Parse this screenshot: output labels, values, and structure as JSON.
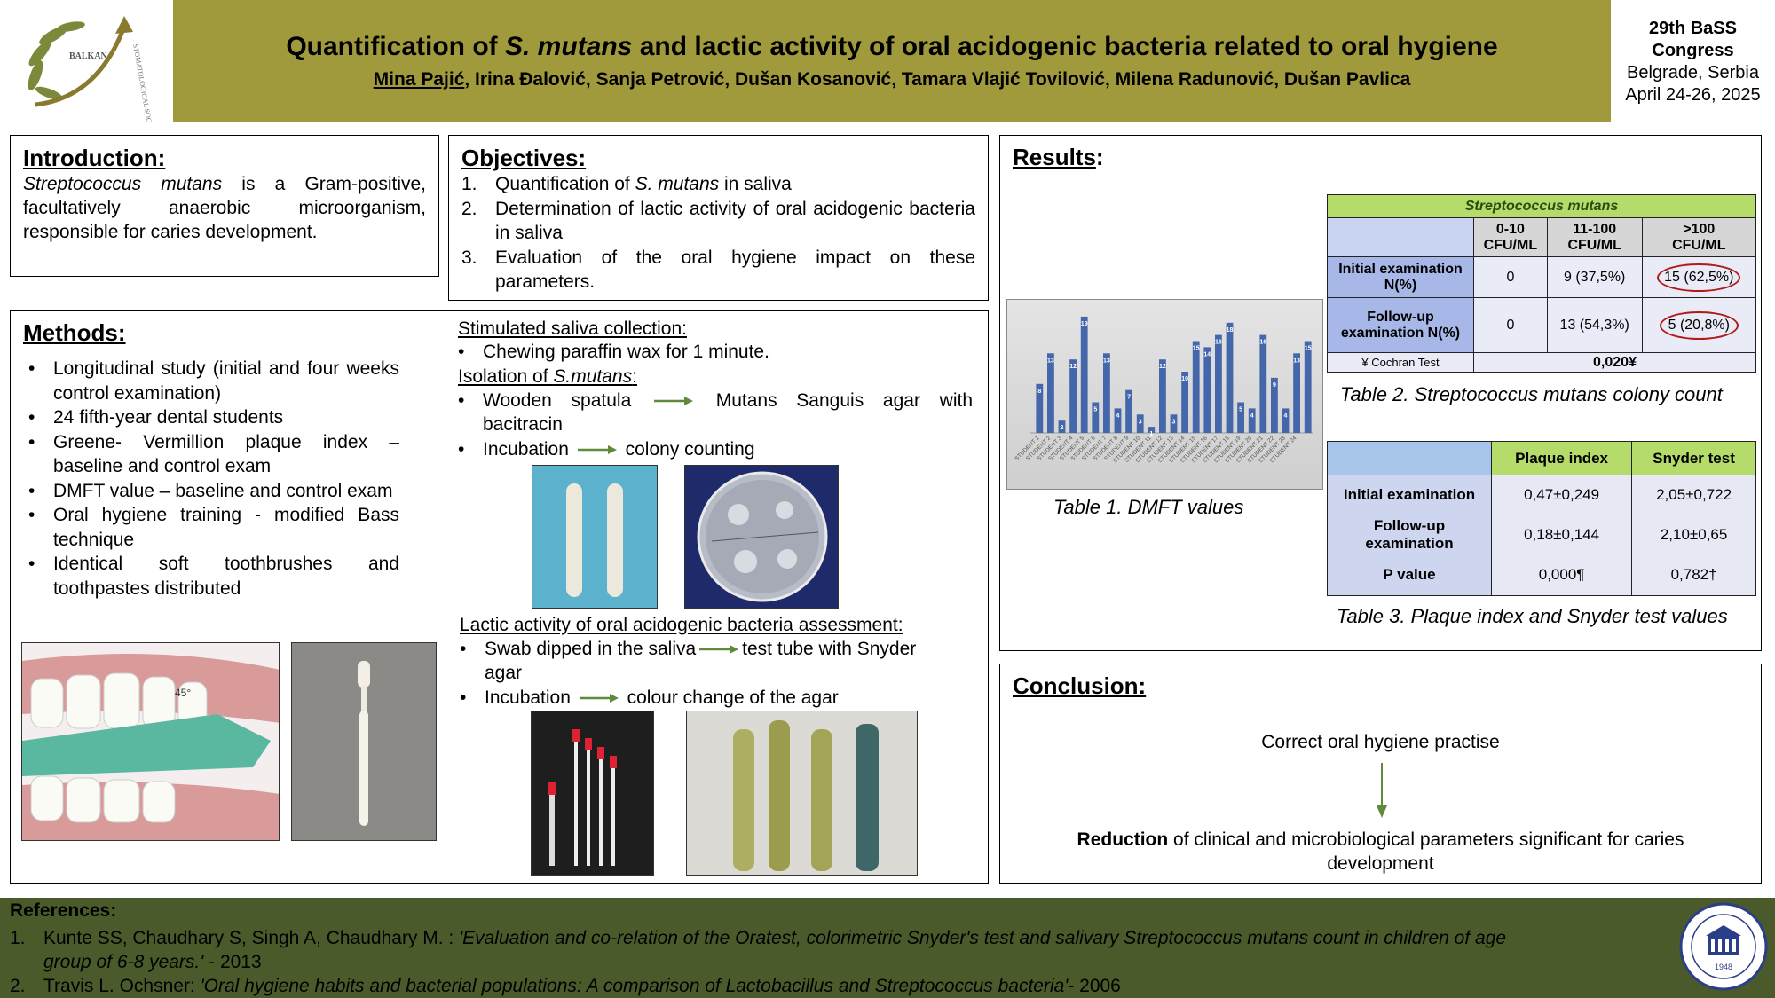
{
  "header": {
    "title_part1": "Quantification of ",
    "title_italic": "S. mutans",
    "title_part2": " and lactic activity of oral acidogenic bacteria related to oral hygiene",
    "first_author": "Mina Pajić",
    "other_authors": ", Irina Đalović, Sanja Petrović, Dušan Kosanović, Tamara Vlajić Tovilović, Milena Radunović, Dušan Pavlica",
    "logo_text": "BALKAN",
    "logo_text2": "STOMATOLOGICAL SOCIETY"
  },
  "congress": {
    "line1": "29th BaSS",
    "line2": "Congress",
    "line3": "Belgrade, Serbia",
    "line4": "April 24-26, 2025"
  },
  "introduction": {
    "heading": "Introduction:",
    "italic": "Streptococcus mutans",
    "text": " is a Gram-positive, facultatively anaerobic microorganism, responsible for caries development."
  },
  "objectives": {
    "heading": "Objectives:",
    "items": [
      {
        "num": "1.",
        "pre": "Quantification of  ",
        "ital": "S. mutans",
        "post": " in saliva"
      },
      {
        "num": "2.",
        "text": "Determination of  lactic activity of oral acidogenic bacteria in saliva"
      },
      {
        "num": "3.",
        "text": "Evaluation of the oral hygiene impact on these parameters."
      }
    ]
  },
  "methods": {
    "heading": "Methods:",
    "items": [
      "Longitudinal study (initial and four weeks control examination)",
      "24 fifth-year dental students",
      "Greene- Vermillion plaque index – baseline and control exam",
      "DMFT value – baseline and control exam",
      "Oral hygiene training - modified Bass technique",
      "Identical soft toothbrushes and toothpastes distributed"
    ],
    "angle_label": "45°",
    "saliva_heading": "Stimulated saliva collection:",
    "saliva_item": "Chewing paraffin wax for 1 minute.",
    "isolation_heading_pre": "Isolation of ",
    "isolation_heading_ital": "S.mutans",
    "isolation_heading_post": ":",
    "isolation_item1_a": "Wooden spatula",
    "isolation_item1_b": "Mutans Sanguis agar with bacitracin",
    "isolation_item2_a": "Incubation",
    "isolation_item2_b": "colony counting",
    "lactic_heading": "Lactic activity of oral acidogenic bacteria assessment:",
    "lactic_item1_a": "Swab dipped in the saliva",
    "lactic_item1_b": "test tube with Snyder agar",
    "lactic_item2_a": "Incubation",
    "lactic_item2_b": "colour change of the agar"
  },
  "results": {
    "heading": "Results",
    "heading_colon": ":",
    "table1_caption": "Table 1. DMFT values",
    "table2": {
      "title": "Streptococcus mutans",
      "col1": "0-10",
      "col1b": "CFU/ML",
      "col2": "11-100",
      "col2b": "CFU/ML",
      "col3": ">100",
      "col3b": "CFU/ML",
      "row1_label": "Initial examination N(%)",
      "row1": [
        "0",
        "9 (37,5%)",
        "15 (62,5%)"
      ],
      "row2_label": "Follow-up examination N(%)",
      "row2": [
        "0",
        "13 (54,3%)",
        "5 (20,8%)"
      ],
      "row3_label": "¥ Cochran Test",
      "row3_value": "0,020¥",
      "caption": "Table 2. Streptococcus mutans colony count"
    },
    "table3": {
      "col1": "Plaque index",
      "col2": "Snyder test",
      "rows": [
        {
          "label": "Initial examination",
          "a": "0,47±0,249",
          "b": "2,05±0,722"
        },
        {
          "label": "Follow-up examination",
          "a": "0,18±0,144",
          "b": "2,10±0,65"
        },
        {
          "label": "P value",
          "a": "0,000¶",
          "b": "0,782†"
        }
      ],
      "caption": "Table 3. Plaque index and Snyder test values"
    }
  },
  "chart_data": {
    "type": "bar",
    "categories": [
      "STUDENT 1",
      "STUDENT 2",
      "STUDENT 3",
      "STUDENT 4",
      "STUDENT 5",
      "STUDENT 6",
      "STUDENT 7",
      "STUDENT 8",
      "STUDENT 9",
      "STUDENT 10",
      "STUDENT 11",
      "STUDENT 12",
      "STUDENT 13",
      "STUDENT 14",
      "STUDENT 15",
      "STUDENT 16",
      "STUDENT 17",
      "STUDENT 18",
      "STUDENT 19",
      "STUDENT 20",
      "STUDENT 21",
      "STUDENT 22",
      "STUDENT 23",
      "STUDENT 24"
    ],
    "values": [
      8,
      13,
      2,
      12,
      19,
      5,
      13,
      4,
      7,
      3,
      1,
      12,
      3,
      10,
      15,
      14,
      16,
      18,
      5,
      4,
      16,
      9,
      4,
      13,
      15
    ],
    "ylim": [
      0,
      20
    ],
    "color": "#4466aa"
  },
  "conclusion": {
    "heading": "Conclusion:",
    "line1": "Correct oral hygiene practise",
    "bold": "Reduction",
    "line2": " of clinical and microbiological parameters significant for caries development"
  },
  "references": {
    "heading": "References:",
    "items": [
      {
        "num": "1.",
        "plain": "Kunte SS, Chaudhary S, Singh A, Chaudhary M. : ",
        "ital": "'Evaluation and co-relation of the Oratest, colorimetric Snyder's test and salivary Streptococcus mutans count in children of age group of 6-8 years.'",
        "post": " - 2013"
      },
      {
        "num": "2.",
        "plain": "Travis L. Ochsner: ",
        "ital": "'Oral hygiene habits and bacterial populations: A comparison of Lactobacillus and Streptococcus bacteria'",
        "post": "- 2006"
      }
    ],
    "seal_year": "1948"
  },
  "colors": {
    "header_band": "#a09a3c",
    "references_band": "#4a5a2a",
    "table_blue": "#a7b8e8",
    "table_green": "#b5dc6a",
    "arrow_green": "#5f8a3a"
  }
}
